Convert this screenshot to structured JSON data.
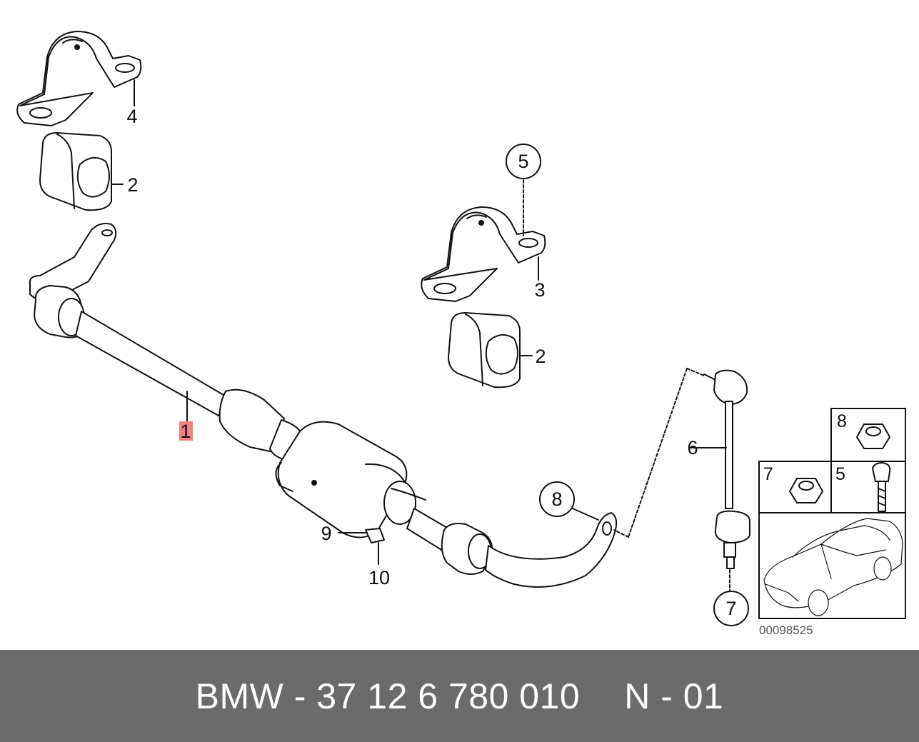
{
  "callouts": {
    "p1": "1",
    "p2a": "2",
    "p2b": "2",
    "p3": "3",
    "p4": "4",
    "p5": "5",
    "p6": "6",
    "p7": "7",
    "p8": "8",
    "p9": "9",
    "p10": "10"
  },
  "hardware_box": {
    "nut_top_label": "8",
    "nut_left_label": "7",
    "bolt_label": "5"
  },
  "diagram_code": "00098525",
  "footer": {
    "part_number": "BMW - 37 12 6 780 010",
    "position": "N - 01"
  },
  "colors": {
    "footer_bg": "#6b6b6b",
    "highlight": "#f08080",
    "line": "#111111"
  }
}
